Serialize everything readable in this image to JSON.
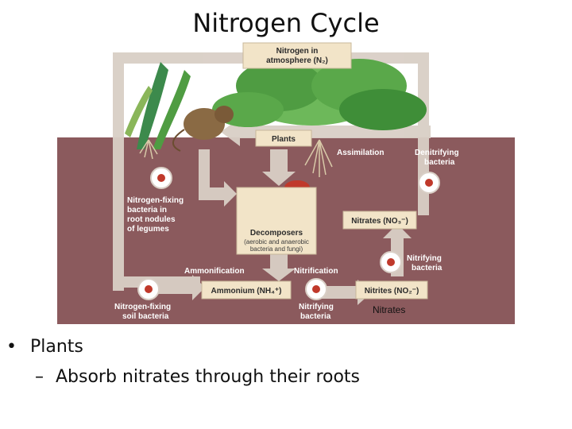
{
  "title": "Nitrogen Cycle",
  "diagram": {
    "atmosphere": [
      "Nitrogen in",
      "atmosphere (N₂)"
    ],
    "plants": "Plants",
    "assimilation": "Assimilation",
    "denitrifying": [
      "Denitrifying",
      "bacteria"
    ],
    "nitrogen_fixing_nodules": [
      "Nitrogen-fixing",
      "bacteria in",
      "root nodules",
      "of legumes"
    ],
    "decomposers": "Decomposers",
    "decomposers_sub": [
      "(aerobic and anaerobic",
      "bacteria and fungi)"
    ],
    "nitrates_box": "Nitrates (NO₃⁻)",
    "nitrifying_upper": [
      "Nitrifying",
      "bacteria"
    ],
    "ammonification": "Ammonification",
    "nitrification": "Nitrification",
    "ammonium_box": "Ammonium (NH₄⁺)",
    "nitrites_box": "Nitrites (NO₂⁻)",
    "soil_bacteria": [
      "Nitrogen-fixing",
      "soil bacteria"
    ],
    "nitrifying_lower": [
      "Nitrifying",
      "bacteria"
    ],
    "nitrates_annotation": "Nitrates"
  },
  "bullets": {
    "level1": "Plants",
    "level2": "Absorb nitrates through their roots",
    "level1_marker": "•",
    "level2_marker": "–"
  },
  "colors": {
    "sky": "#ffffff",
    "soil": "#8b5a5d",
    "arrow": "#d9cfc6",
    "box": "#f2e4c8",
    "leaf": "#5aa84a"
  }
}
